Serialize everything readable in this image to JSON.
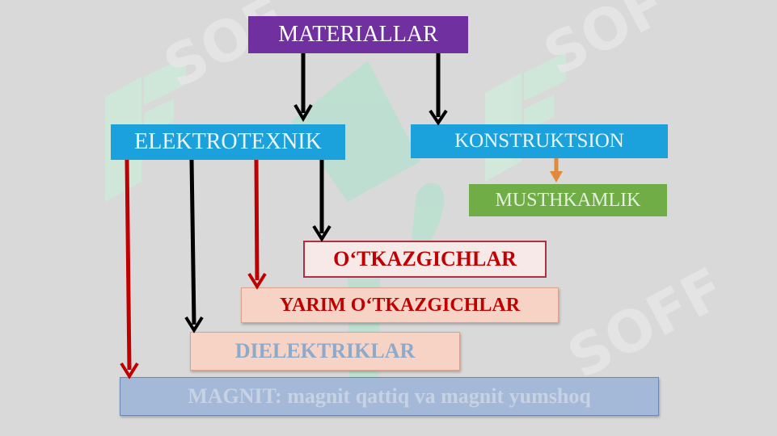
{
  "nodes": {
    "materiallar": "MATERIALLAR",
    "elektrotexnik": "ELEKTROTEXNIK",
    "konstruktsion": "KONSTRUKTSION",
    "musthkamlik": "MUSTHKAMLIK",
    "otkazgichlar": "O‘TKAZGICHLAR",
    "yarim_otkazgichlar": "YARIM O‘TKAZGICHLAR",
    "dielektriklar": "DIELEKTRIKLAR",
    "magnit": "MAGNIT: magnit qattiq va magnit yumshoq"
  },
  "colors": {
    "background": "#d9d9d9",
    "materiallar_fill": "#7030a0",
    "blue_fill": "#1ba1dc",
    "green_fill": "#70ad47",
    "peach_fill": "#f6d3c5",
    "magnit_fill": "#a4b8d8",
    "red_text": "#c00000",
    "arrow_black": "#000000",
    "arrow_red": "#c00000",
    "arrow_orange": "#e08a3c"
  },
  "watermark": "SOFF"
}
